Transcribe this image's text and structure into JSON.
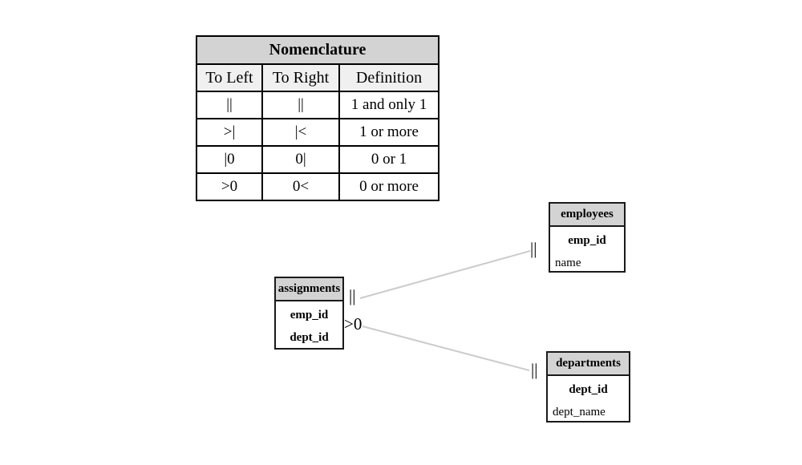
{
  "nomenclature": {
    "title": "Nomenclature",
    "columns": [
      "To Left",
      "To Right",
      "Definition"
    ],
    "rows": [
      {
        "to_left": "||",
        "to_right": "||",
        "definition": "1 and only 1"
      },
      {
        "to_left": ">|",
        "to_right": "|<",
        "definition": "1 or more"
      },
      {
        "to_left": "|0",
        "to_right": "0|",
        "definition": "0 or 1"
      },
      {
        "to_left": ">0",
        "to_right": "0<",
        "definition": "0 or more"
      }
    ]
  },
  "entities": [
    {
      "name": "employees",
      "fields": [
        {
          "label": "emp_id",
          "key": true
        },
        {
          "label": "name",
          "key": false
        }
      ]
    },
    {
      "name": "assignments",
      "fields": [
        {
          "label": "emp_id",
          "key": true
        },
        {
          "label": "dept_id",
          "key": true
        }
      ]
    },
    {
      "name": "departments",
      "fields": [
        {
          "label": "dept_id",
          "key": true
        },
        {
          "label": "dept_name",
          "key": false
        }
      ]
    }
  ],
  "relationships": [
    {
      "from": "assignments",
      "to": "employees",
      "from_symbol": "||",
      "to_symbol": "||"
    },
    {
      "from": "assignments",
      "to": "departments",
      "from_symbol": ">0",
      "to_symbol": "||"
    }
  ],
  "colors": {
    "background": "#ffffff",
    "table_title_bg": "#d3d3d3",
    "table_header_bg": "#f0f0f0",
    "entity_header_bg": "#d3d3d3",
    "border": "#000000",
    "relationship_line": "#cccccc",
    "text": "#000000"
  }
}
